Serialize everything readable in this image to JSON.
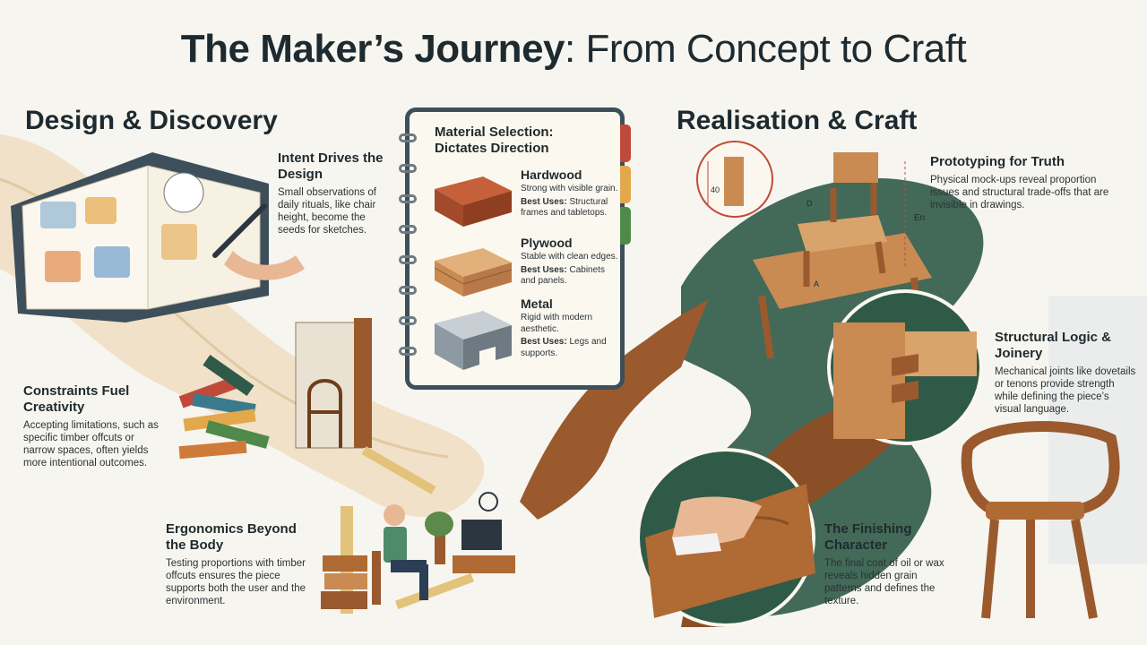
{
  "title": {
    "bold": "The Maker’s Journey",
    "rest": ": From Concept to Craft"
  },
  "sections": {
    "left": "Design & Discovery",
    "right": "Realisation & Craft"
  },
  "blocks": {
    "intent": {
      "title": "Intent Drives the Design",
      "body": "Small observations of daily rituals, like chair height, become the seeds for sketches."
    },
    "constraints": {
      "title": "Constraints Fuel Creativity",
      "body": "Accepting limitations, such as specific timber offcuts or narrow spaces, often yields more intentional outcomes."
    },
    "ergonomics": {
      "title": "Ergonomics Beyond the Body",
      "body": "Testing proportions with timber offcuts ensures the piece supports both the user and the environment."
    },
    "prototyping": {
      "title": "Prototyping for Truth",
      "body": "Physical mock-ups reveal proportion issues and structural trade-offs that are invisible in drawings."
    },
    "structural": {
      "title": "Structural Logic & Joinery",
      "body": "Mechanical joints like dovetails or tenons provide strength while defining the piece’s visual language."
    },
    "finishing": {
      "title": "The Finishing Character",
      "body": "The final coat of oil or wax reveals hidden grain patterns and defines the texture."
    }
  },
  "notebook": {
    "title": "Material Selection: Dictates Direction",
    "materials": [
      {
        "name": "Hardwood",
        "desc": "Strong with visible grain.",
        "uses_label": "Best Uses:",
        "uses": "Structural frames and tabletops."
      },
      {
        "name": "Plywood",
        "desc": "Stable with clean edges.",
        "uses_label": "Best Uses:",
        "uses": "Cabinets and panels."
      },
      {
        "name": "Metal",
        "desc": "Rigid with modern aesthetic.",
        "uses_label": "Best Uses:",
        "uses": "Legs and supports."
      }
    ]
  },
  "diagram_labels": {
    "height": "40",
    "en": "En",
    "a": "A",
    "d": "D"
  },
  "colors": {
    "wood": "#9a5a2e",
    "wood_light": "#c98b52",
    "wood_dark": "#6e3d1c",
    "green": "#2f5a48",
    "navy": "#3d4f5a"
  }
}
